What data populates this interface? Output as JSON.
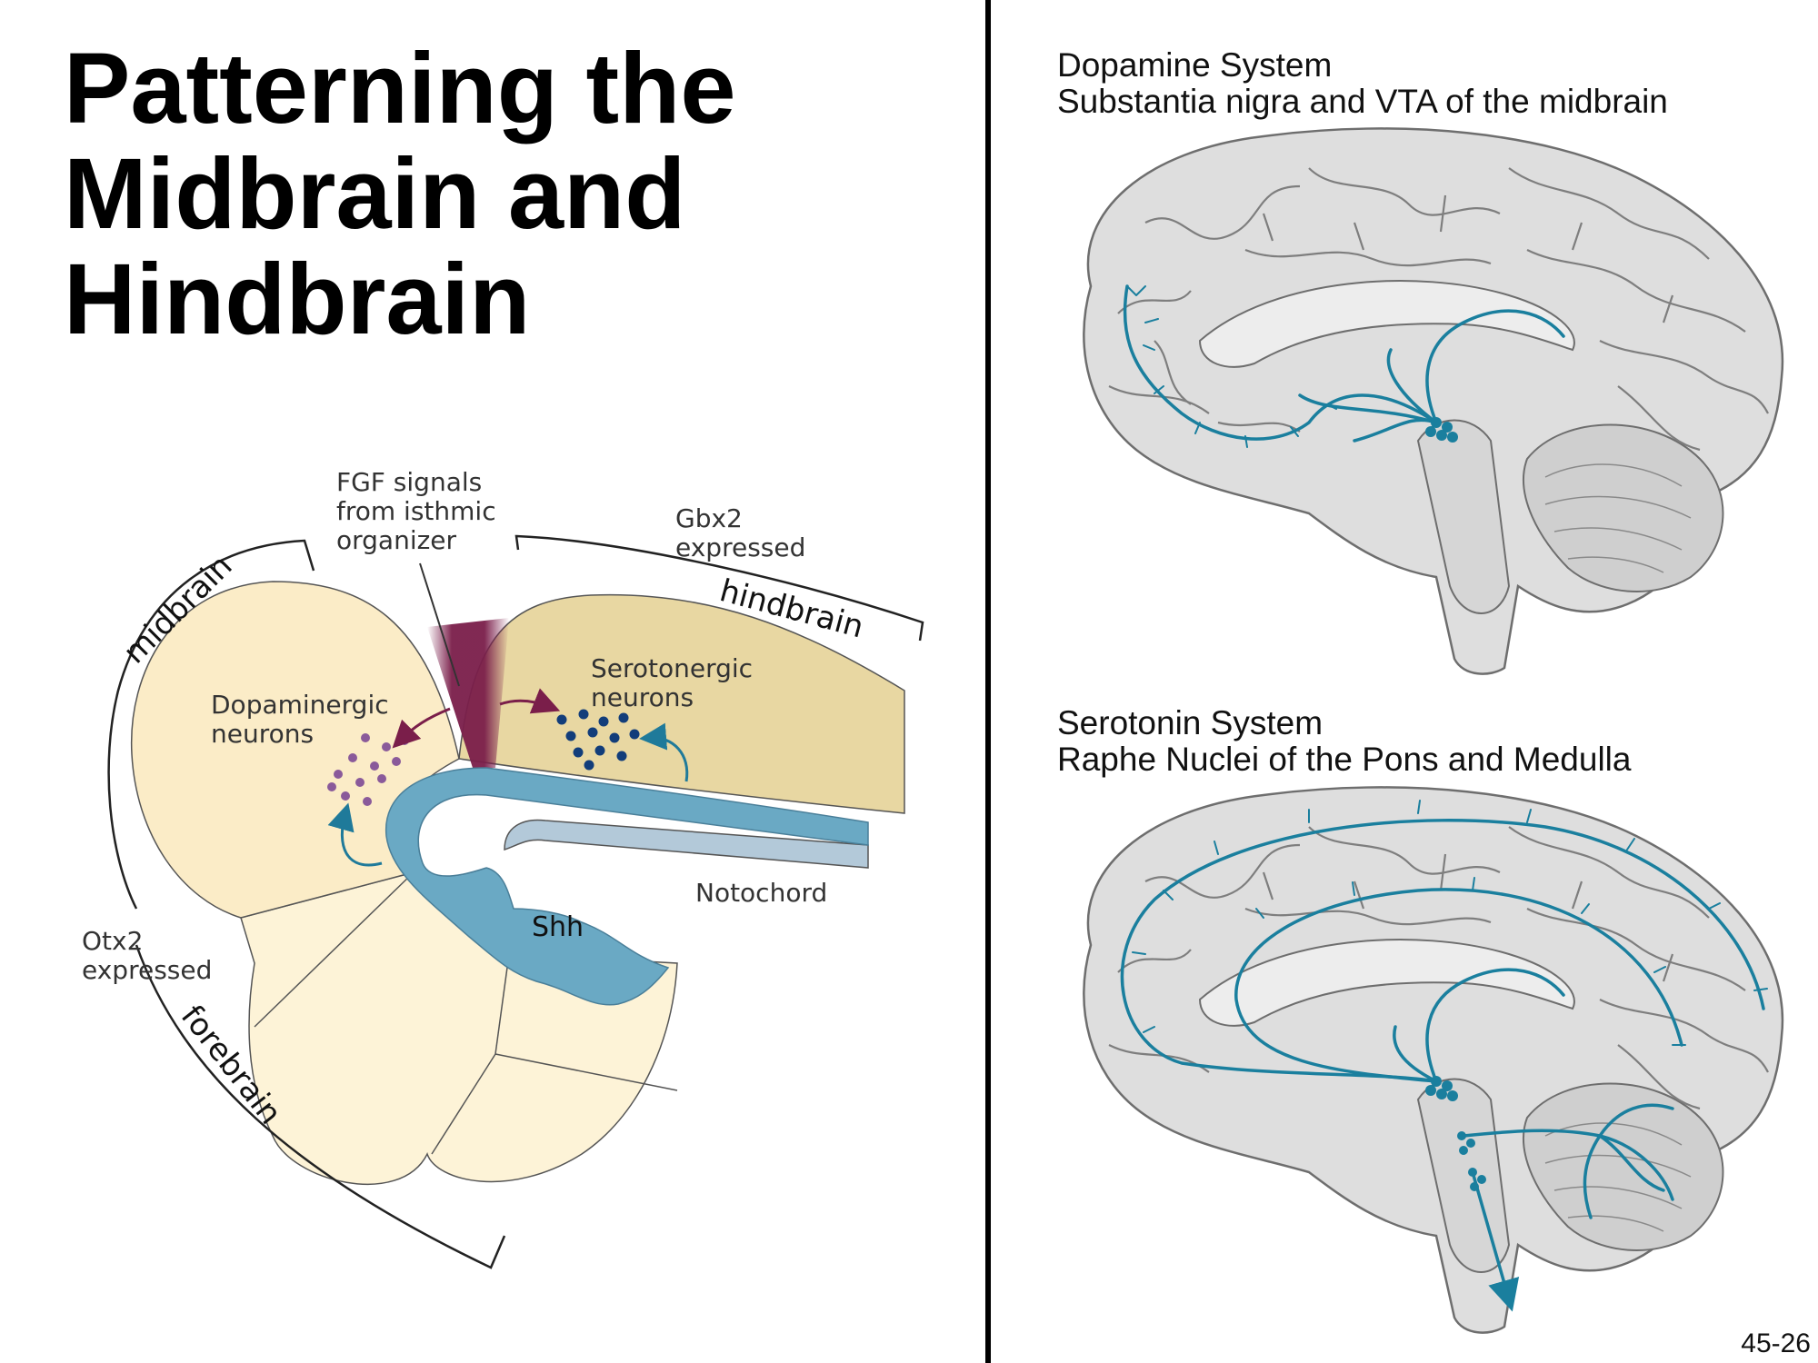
{
  "slide": {
    "title_lines": [
      "Patterning the",
      "Midbrain and",
      "Hindbrain"
    ],
    "page_number": "45-26"
  },
  "embryo_diagram": {
    "fgf_label": [
      "FGF signals",
      "from isthmic",
      "organizer"
    ],
    "gbx2_label": [
      "Gbx2",
      "expressed"
    ],
    "otx2_label": [
      "Otx2",
      "expressed"
    ],
    "midbrain_label": "midbrain",
    "hindbrain_label": "hindbrain",
    "forebrain_label": "forebrain",
    "dopaminergic_label": [
      "Dopaminergic",
      "neurons"
    ],
    "serotonergic_label": [
      "Serotonergic",
      "neurons"
    ],
    "notochord_label": "Notochord",
    "shh_label": "Shh",
    "colors": {
      "midbrain_fill": "#fbecc7",
      "forebrain_fill": "#fdf3d7",
      "hindbrain_fill": "#e8d7a2",
      "isthmus": "#7a1e4a",
      "floor_plate": "#6aa9c4",
      "notochord": "#b3c9d9",
      "dopaminergic_dots": "#8a5a9a",
      "serotonergic_dots": "#123d7a",
      "arrow_blue": "#1f7a9a",
      "arrow_purple": "#7a1e4a"
    }
  },
  "dopamine_panel": {
    "title": "Dopamine System",
    "subtitle": "Substantia nigra and VTA of the midbrain"
  },
  "serotonin_panel": {
    "title": "Serotonin System",
    "subtitle": "Raphe Nuclei of the Pons and Medulla"
  },
  "brain_colors": {
    "cortex": "#dedede",
    "gyri_line": "#7e7e7e",
    "projection": "#1a7f9e"
  }
}
